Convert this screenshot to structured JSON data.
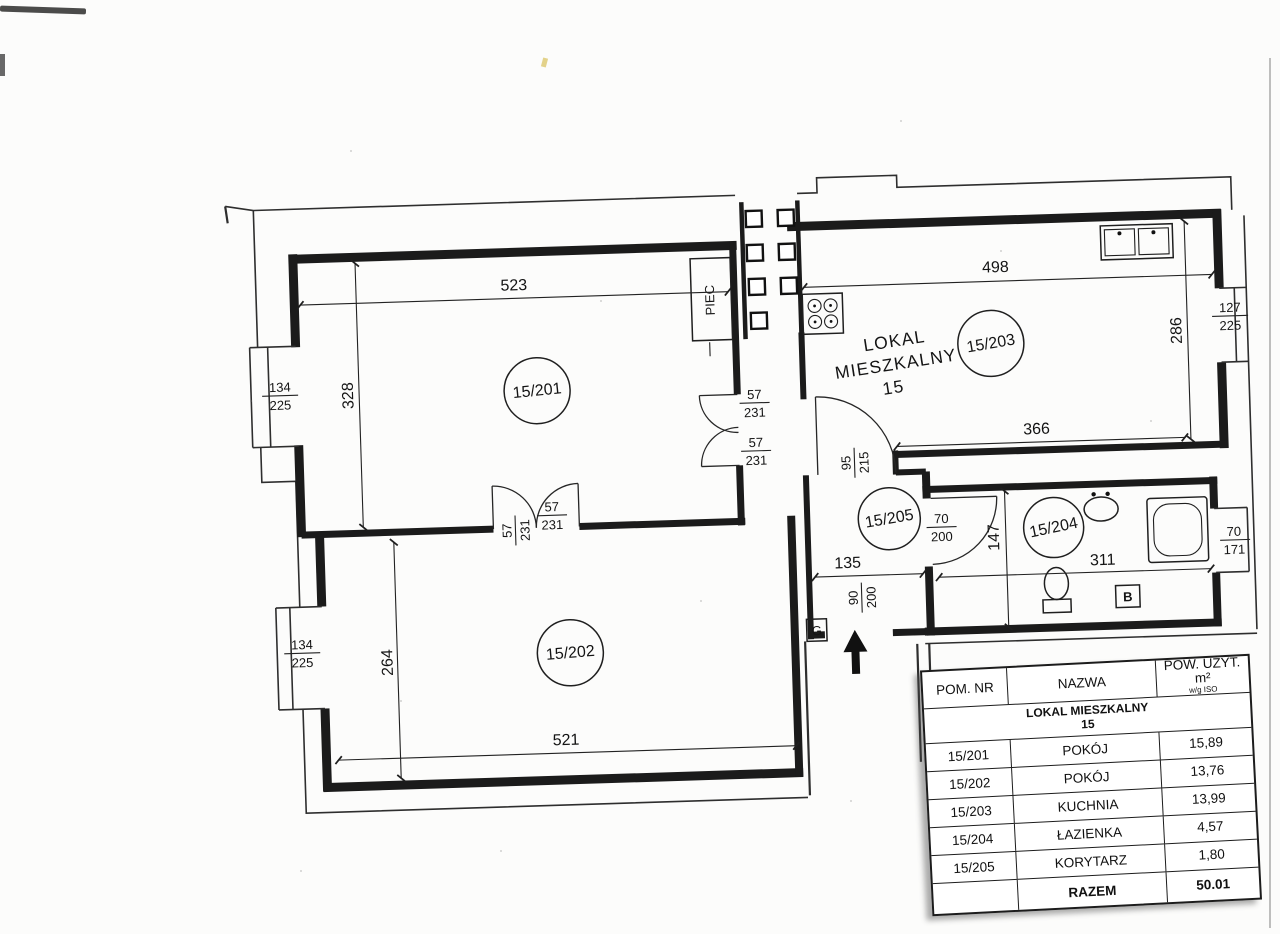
{
  "plan": {
    "unit": {
      "line1": "LOKAL",
      "line2": "MIESZKALNY",
      "line3": "15"
    },
    "rooms": {
      "r201": "15/201",
      "r202": "15/202",
      "r203": "15/203",
      "r204": "15/204",
      "r205": "15/205"
    },
    "labels": {
      "stove": "PIEC",
      "gas": "G",
      "boiler": "B"
    },
    "dims": {
      "room201_width": "523",
      "room201_height": "328",
      "room202_width": "521",
      "room202_height": "264",
      "kitchen_width": "498",
      "kitchen_height": "286",
      "kitchen_inner_width": "366",
      "bath_width": "311",
      "bath_height": "147",
      "corridor_width": "135",
      "win_left_1": {
        "n": "134",
        "d": "225"
      },
      "win_left_2": {
        "n": "134",
        "d": "225"
      },
      "win_kitchen": {
        "n": "127",
        "d": "225"
      },
      "win_bath": {
        "n": "70",
        "d": "171"
      },
      "door_201_1": {
        "n": "57",
        "d": "231"
      },
      "door_201_2": {
        "n": "57",
        "d": "231"
      },
      "door_202_1": {
        "n": "57",
        "d": "231"
      },
      "door_202_2": {
        "n": "57",
        "d": "231"
      },
      "door_hall": {
        "n": "95",
        "d": "215"
      },
      "door_bath": {
        "n": "70",
        "d": "200"
      },
      "door_entry": {
        "n": "90",
        "d": "200"
      }
    }
  },
  "table": {
    "col_nr": "POM. NR",
    "col_name": "NAZWA",
    "col_area": "POW. UŻYT. m²",
    "col_area_sub": "w/g ISO",
    "group_line1": "LOKAL MIESZKALNY",
    "group_line2": "15",
    "rows": [
      {
        "nr": "15/201",
        "name": "POKÓJ",
        "area": "15,89"
      },
      {
        "nr": "15/202",
        "name": "POKÓJ",
        "area": "13,76"
      },
      {
        "nr": "15/203",
        "name": "KUCHNIA",
        "area": "13,99"
      },
      {
        "nr": "15/204",
        "name": "ŁAZIENKA",
        "area": "4,57"
      },
      {
        "nr": "15/205",
        "name": "KORYTARZ",
        "area": "1,80"
      }
    ],
    "total_label": "RAZEM",
    "total_area": "50.01"
  }
}
